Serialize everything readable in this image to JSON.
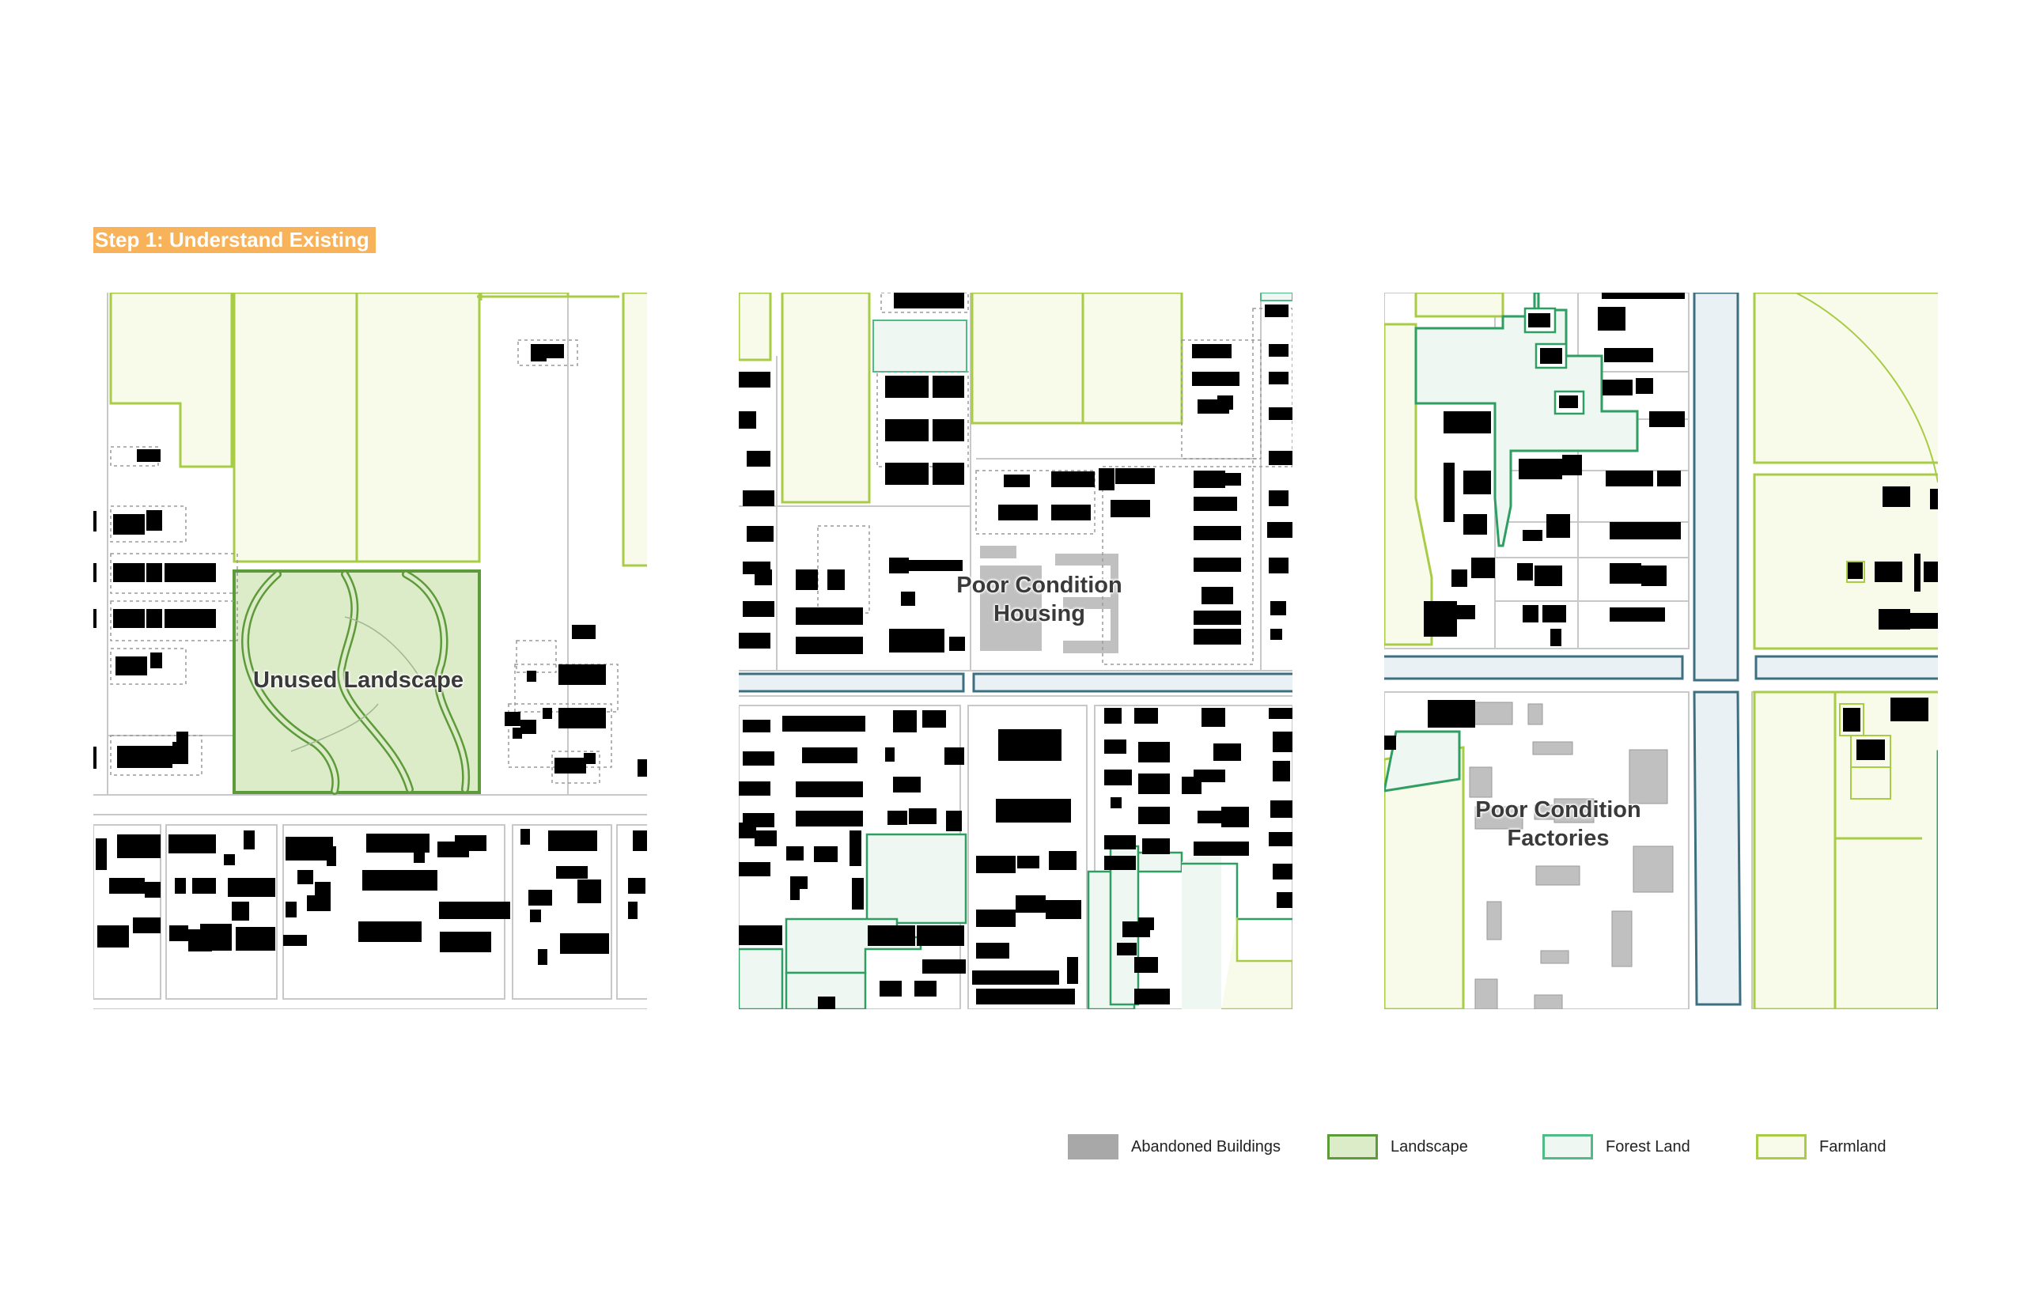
{
  "header": {
    "step_title": "Step 1: Understand Existing"
  },
  "maps": [
    {
      "label_lines": [
        "Unused Landscape"
      ]
    },
    {
      "label_lines": [
        "Poor Condition",
        "Housing"
      ]
    },
    {
      "label_lines": [
        "Poor Condition",
        "Factories"
      ]
    }
  ],
  "legend": {
    "items": [
      {
        "label": "Abandoned Buildings",
        "icon": "abandoned-buildings-swatch",
        "fill": "#a8a8a8",
        "stroke": "#a8a8a8"
      },
      {
        "label": "Landscape",
        "icon": "landscape-swatch",
        "fill": "#dcebc8",
        "stroke": "#5d9a3a"
      },
      {
        "label": "Forest Land",
        "icon": "forest-land-swatch",
        "fill": "#eef7f1",
        "stroke": "#4fbb87"
      },
      {
        "label": "Farmland",
        "icon": "farmland-swatch",
        "fill": "#f8fbea",
        "stroke": "#a8cc45"
      }
    ]
  },
  "colors": {
    "building": "#000000",
    "abandoned": "#c0c0c0",
    "landscape_fill": "#dcebc8",
    "landscape_stroke": "#5d9a3a",
    "forest_fill": "#eef7f1",
    "forest_stroke": "#2f9e63",
    "farm_fill": "#f8fbea",
    "farm_stroke": "#a8cc45",
    "road_stroke": "#3d6f80",
    "road_fill": "#e9f1f4",
    "accent": "#f7b25a"
  }
}
